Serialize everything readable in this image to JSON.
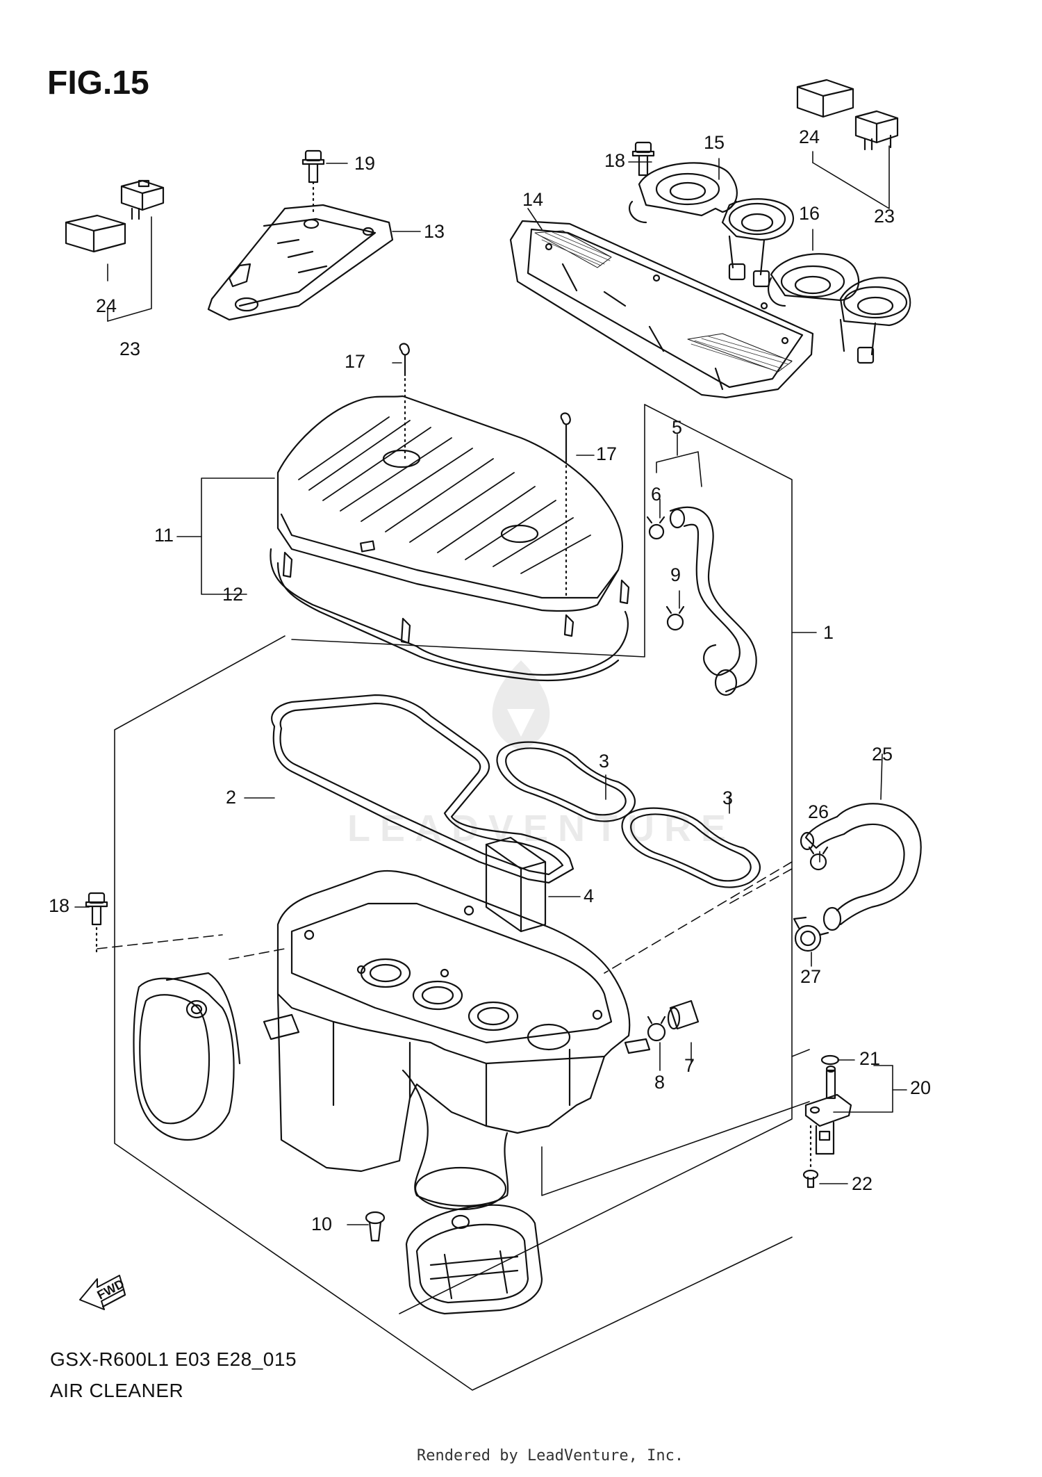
{
  "header": {
    "figure_title": "FIG.15"
  },
  "footer": {
    "model_code": "GSX-R600L1  E03 E28_015",
    "section_name": "AIR CLEANER",
    "rendered_by": "Rendered by LeadVenture, Inc."
  },
  "watermark": {
    "text": "LEADVENTURE"
  },
  "fwd_indicator": {
    "label": "FWD"
  },
  "callouts": [
    {
      "id": "c1",
      "label": "1"
    },
    {
      "id": "c2",
      "label": "2"
    },
    {
      "id": "c3a",
      "label": "3"
    },
    {
      "id": "c3b",
      "label": "3"
    },
    {
      "id": "c4",
      "label": "4"
    },
    {
      "id": "c5",
      "label": "5"
    },
    {
      "id": "c6",
      "label": "6"
    },
    {
      "id": "c7",
      "label": "7"
    },
    {
      "id": "c8",
      "label": "8"
    },
    {
      "id": "c9",
      "label": "9"
    },
    {
      "id": "c10",
      "label": "10"
    },
    {
      "id": "c11",
      "label": "11"
    },
    {
      "id": "c12",
      "label": "12"
    },
    {
      "id": "c13",
      "label": "13"
    },
    {
      "id": "c14",
      "label": "14"
    },
    {
      "id": "c15",
      "label": "15"
    },
    {
      "id": "c16",
      "label": "16"
    },
    {
      "id": "c17a",
      "label": "17"
    },
    {
      "id": "c17b",
      "label": "17"
    },
    {
      "id": "c18a",
      "label": "18"
    },
    {
      "id": "c18b",
      "label": "18"
    },
    {
      "id": "c19",
      "label": "19"
    },
    {
      "id": "c20",
      "label": "20"
    },
    {
      "id": "c21",
      "label": "21"
    },
    {
      "id": "c22",
      "label": "22"
    },
    {
      "id": "c23a",
      "label": "23"
    },
    {
      "id": "c23b",
      "label": "23"
    },
    {
      "id": "c24a",
      "label": "24"
    },
    {
      "id": "c24b",
      "label": "24"
    },
    {
      "id": "c25",
      "label": "25"
    },
    {
      "id": "c26",
      "label": "26"
    },
    {
      "id": "c27",
      "label": "27"
    }
  ]
}
